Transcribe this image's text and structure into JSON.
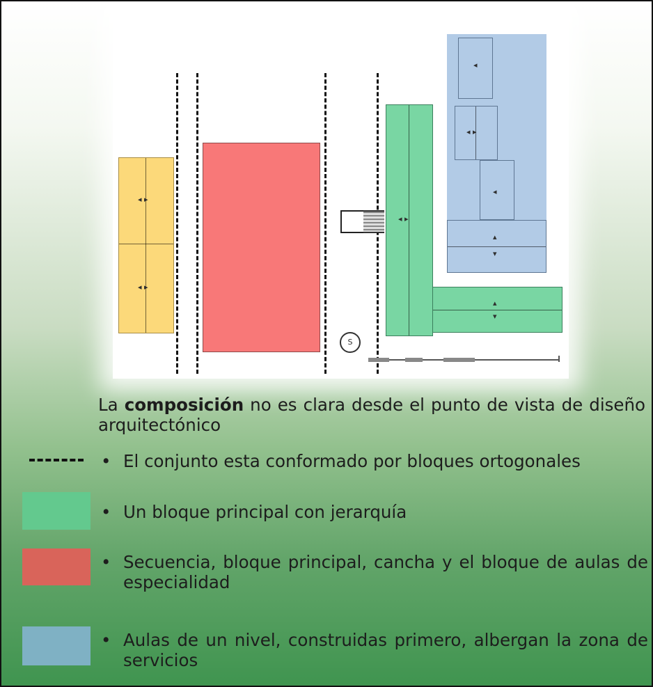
{
  "intro": {
    "before": "La ",
    "bold": "composición",
    "after": " no es clara desde el punto de vista de diseño arquitectónico"
  },
  "bullets": [
    {
      "symbol": "•",
      "text": "El conjunto esta conformado por bloques ortogonales",
      "legend": "dashed-line"
    },
    {
      "symbol": "•",
      "text": "Un bloque principal con jerarquía",
      "legend": "green-swatch"
    },
    {
      "symbol": "•",
      "text": "Secuencia, bloque principal, cancha y el bloque de aulas de especialidad",
      "legend": "red-swatch"
    },
    {
      "symbol": "•",
      "text": "Aulas de un nivel, construidas primero, albergan la zona de servicios",
      "legend": "blue-swatch"
    }
  ],
  "legend_colors": {
    "green": "#63c98e",
    "red": "#d9645a",
    "blue": "#7fb1c4",
    "dashed": "#111111"
  },
  "plan_colors": {
    "yellow_block": "#fcd97a",
    "red_block": "#f87878",
    "green_block": "#79d6a3",
    "blue_block": "#b2cbe6"
  },
  "plan_symbols": {
    "compass": "S",
    "icons": [
      "stairs-icon",
      "compass-icon",
      "scale-bar-icon",
      "door-arrow-icon"
    ]
  }
}
